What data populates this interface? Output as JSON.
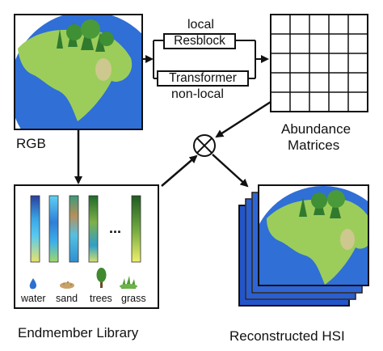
{
  "inputs": {
    "rgb_label": "RGB"
  },
  "branches": {
    "local_label": "local",
    "local_block": "Resblock",
    "nonlocal_block": "Transformer",
    "nonlocal_label": "non-local"
  },
  "abundance": {
    "label_line1": "Abundance",
    "label_line2": "Matrices",
    "grid_rows": 5,
    "grid_cols": 5
  },
  "library": {
    "title": "Endmember Library",
    "ellipsis": "...",
    "items": [
      "water",
      "sand",
      "trees",
      "grass"
    ]
  },
  "output": {
    "label": "Reconstructed HSI"
  },
  "colors": {
    "ocean": "#2f6fd6",
    "land": "#9ccd5a",
    "frame_blue": "#2255cc",
    "line": "#111111"
  }
}
